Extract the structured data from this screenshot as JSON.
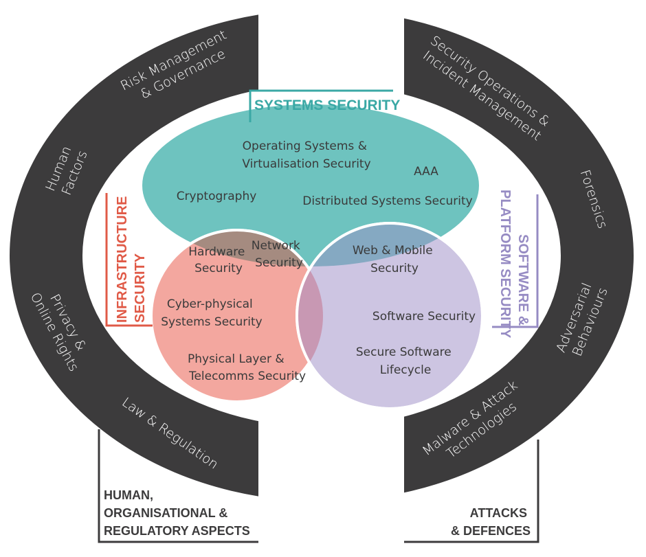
{
  "colors": {
    "ring": "#3c3b3c",
    "systems": "#6ec3bf",
    "infrastructure": "#f3a79f",
    "software": "#cdc5e2",
    "infra_systems_overlap": "#a58b80",
    "systems_software_overlap": "#85a9c2",
    "center_top": "#9b869f",
    "center_bottom": "#c898b3",
    "systems_label": "#3aa8a5",
    "infrastructure_label": "#e05a47",
    "software_label": "#968bc3",
    "dark_label": "#3c3b3c"
  },
  "ring_left": {
    "items": [
      {
        "lines": [
          "Risk Management",
          "& Governance"
        ]
      },
      {
        "lines": [
          "Human",
          "Factors"
        ]
      },
      {
        "lines": [
          "Privacy &",
          "Online Rights"
        ]
      },
      {
        "lines": [
          "Law & Regulation"
        ]
      }
    ],
    "category": [
      "HUMAN,",
      "ORGANISATIONAL &",
      "REGULATORY ASPECTS"
    ]
  },
  "ring_right": {
    "items": [
      {
        "lines": [
          "Security Operations &",
          "Incident Management"
        ]
      },
      {
        "lines": [
          "Forensics"
        ]
      },
      {
        "lines": [
          "Adversarial",
          "Behaviours"
        ]
      },
      {
        "lines": [
          "Malware & Attack",
          "Technologies"
        ]
      }
    ],
    "category": [
      "ATTACKS",
      "& DEFENCES"
    ]
  },
  "systems": {
    "label": "SYSTEMS SECURITY",
    "items": [
      {
        "lines": [
          "Operating Systems &",
          "Virtualisation Security"
        ]
      },
      {
        "lines": [
          "AAA"
        ]
      },
      {
        "lines": [
          "Cryptography"
        ]
      },
      {
        "lines": [
          "Distributed Systems Security"
        ]
      }
    ]
  },
  "infrastructure": {
    "label": [
      "INFRASTRUCTURE",
      "SECURITY"
    ],
    "items": [
      {
        "lines": [
          "Hardware",
          "Security"
        ]
      },
      {
        "lines": [
          "Network",
          "Security"
        ]
      },
      {
        "lines": [
          "Cyber-physical",
          "Systems Security"
        ]
      },
      {
        "lines": [
          "Physical Layer &",
          "Telecomms Security"
        ]
      }
    ]
  },
  "software": {
    "label": [
      "SOFTWARE &",
      "PLATFORM SECURITY"
    ],
    "items": [
      {
        "lines": [
          "Web & Mobile",
          "Security"
        ]
      },
      {
        "lines": [
          "Software Security"
        ]
      },
      {
        "lines": [
          "Secure Software",
          "Lifecycle"
        ]
      }
    ]
  }
}
